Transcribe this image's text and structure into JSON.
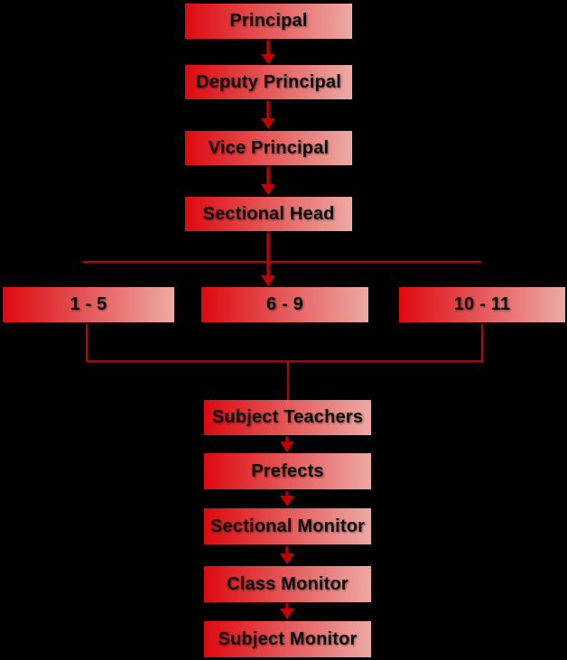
{
  "theme": {
    "background": "#000000",
    "line_color": "#c00000",
    "box_gradient_from": "#dd0910",
    "box_gradient_to": "#edaaa4",
    "text_color": "#0d0d0d"
  },
  "nodes": [
    {
      "id": "principal",
      "label": "Principal"
    },
    {
      "id": "deputy-principal",
      "label": "Deputy Principal"
    },
    {
      "id": "vice-principal",
      "label": "Vice Principal"
    },
    {
      "id": "sectional-head",
      "label": "Sectional Head"
    },
    {
      "id": "grades-1-5",
      "label": "1 - 5"
    },
    {
      "id": "grades-6-9",
      "label": "6 - 9"
    },
    {
      "id": "grades-10-11",
      "label": "10 - 11"
    },
    {
      "id": "subject-teachers",
      "label": "Subject Teachers"
    },
    {
      "id": "prefects",
      "label": "Prefects"
    },
    {
      "id": "sectional-monitor",
      "label": "Sectional Monitor"
    },
    {
      "id": "class-monitor",
      "label": "Class Monitor"
    },
    {
      "id": "subject-monitor",
      "label": "Subject Monitor"
    }
  ]
}
